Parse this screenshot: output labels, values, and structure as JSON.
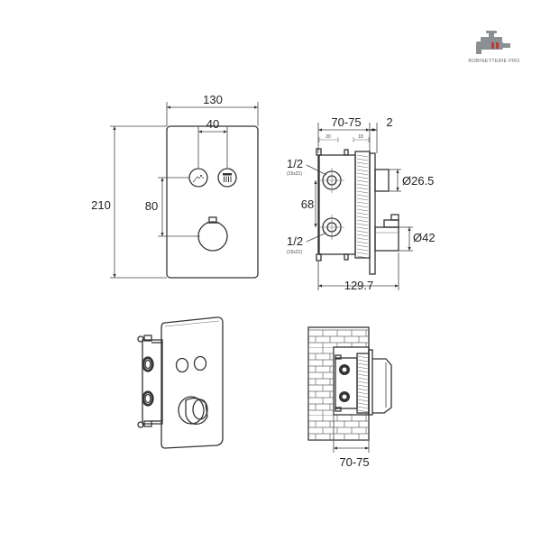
{
  "brand": {
    "name": "ROBINETTERIE PRO",
    "colors": {
      "logo_gray": "#8a8f94",
      "logo_red": "#c0392b"
    },
    "icon": "faucet-logo-icon"
  },
  "front_view": {
    "width_dim": "130",
    "button_spacing_dim": "40",
    "height_dim": "210",
    "vertical_spacing_dim": "80",
    "buttons": [
      {
        "icon": "hand-shower-icon"
      },
      {
        "icon": "overhead-shower-icon"
      }
    ],
    "knob_icon": "thermostatic-knob-icon"
  },
  "side_view": {
    "depth_range_dim": "70-75",
    "offset_dim": "2",
    "small_dim_left": "20",
    "small_dim_right": "18",
    "upper_inlet": {
      "size": "1/2",
      "spec": "(15x21)"
    },
    "lower_inlet": {
      "size": "1/2",
      "spec": "(15x21)"
    },
    "inlet_spacing_dim": "68",
    "button_diameter_dim": "Ø26.5",
    "knob_diameter_dim": "Ø42",
    "total_depth_dim": "129.7"
  },
  "install_view": {
    "depth_range_dim": "70-75"
  }
}
